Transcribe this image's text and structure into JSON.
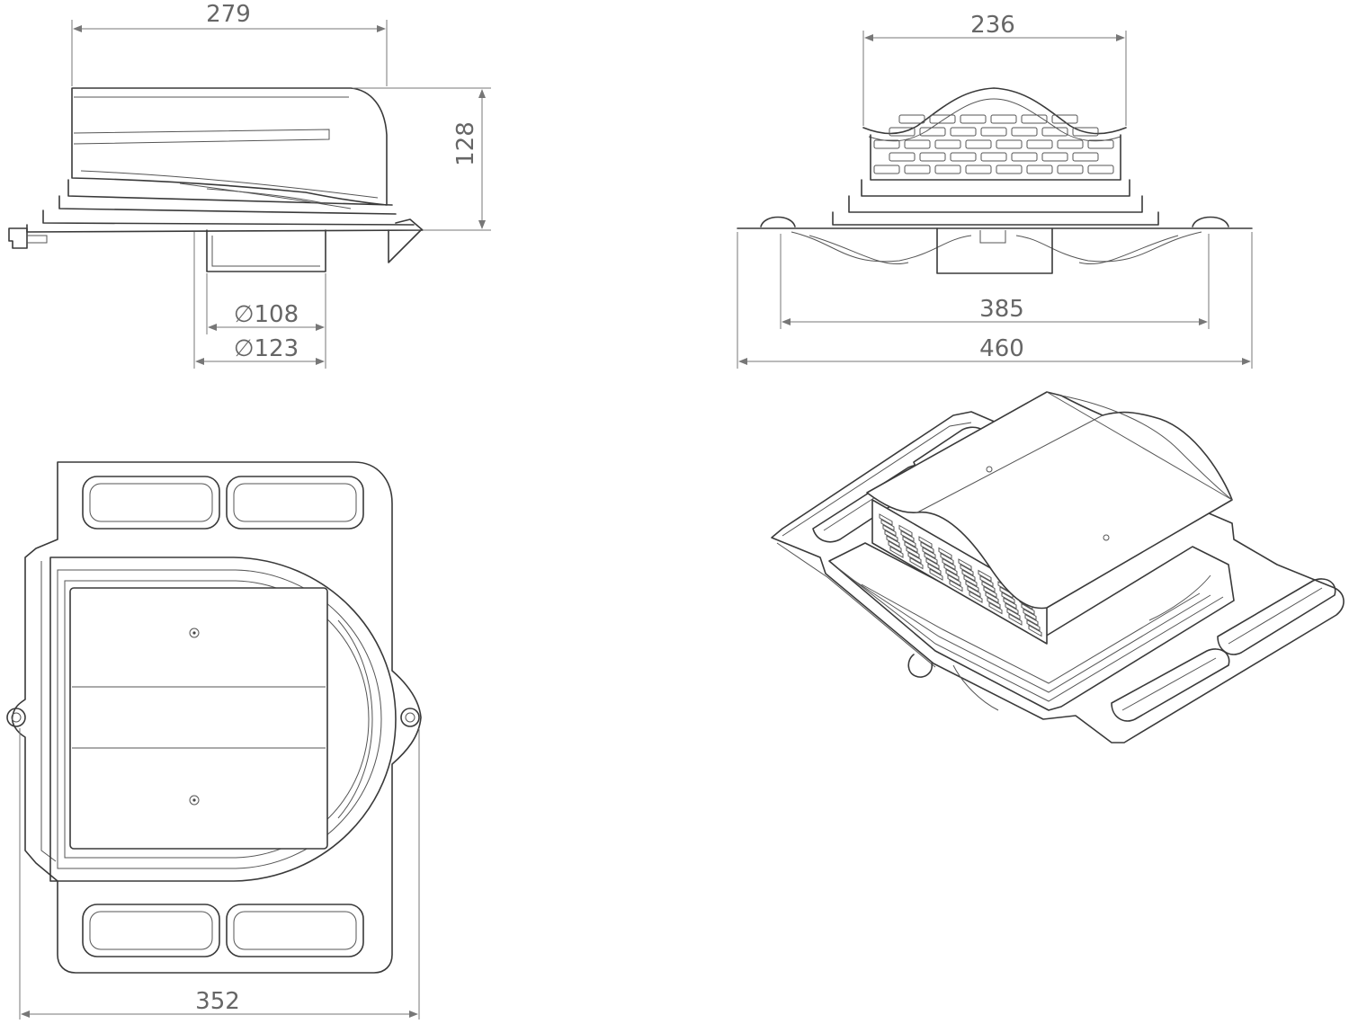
{
  "dimensions": {
    "side_length": "279",
    "side_height": "128",
    "inner_diameter": "∅108",
    "outer_diameter": "∅123",
    "front_top_width": "236",
    "front_inner_width": "385",
    "front_total_width": "460",
    "plan_width": "352"
  },
  "colors": {
    "line": "#3a3a3a",
    "dimension": "#777777",
    "background": "#ffffff"
  }
}
